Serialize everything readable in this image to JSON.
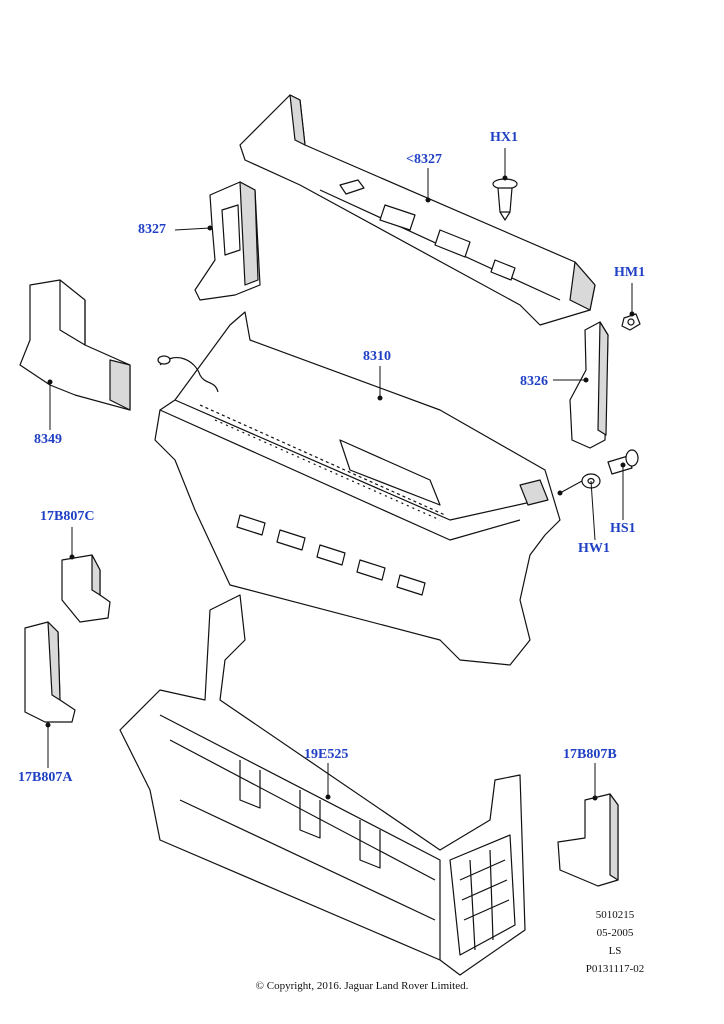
{
  "callouts": {
    "hx1": "HX1",
    "c8327_top": "<8327",
    "c8327": "8327",
    "hm1": "HM1",
    "c8349": "8349",
    "c8310": "8310",
    "c8326": "8326",
    "hs1": "HS1",
    "hw1": "HW1",
    "b17b807c": "17B807C",
    "b17b807a": "17B807A",
    "e19e525": "19E525",
    "b17b807b": "17B807B"
  },
  "meta": {
    "line1": "5010215",
    "line2": "05-2005",
    "line3": "LS",
    "line4": "P0131117-02"
  },
  "copyright": "© Copyright, 2016. Jaguar Land Rover Limited.",
  "colors": {
    "callout": "#1f3fc4",
    "line": "#111111",
    "fill": "#ffffff",
    "shade": "#d9d9d9"
  }
}
